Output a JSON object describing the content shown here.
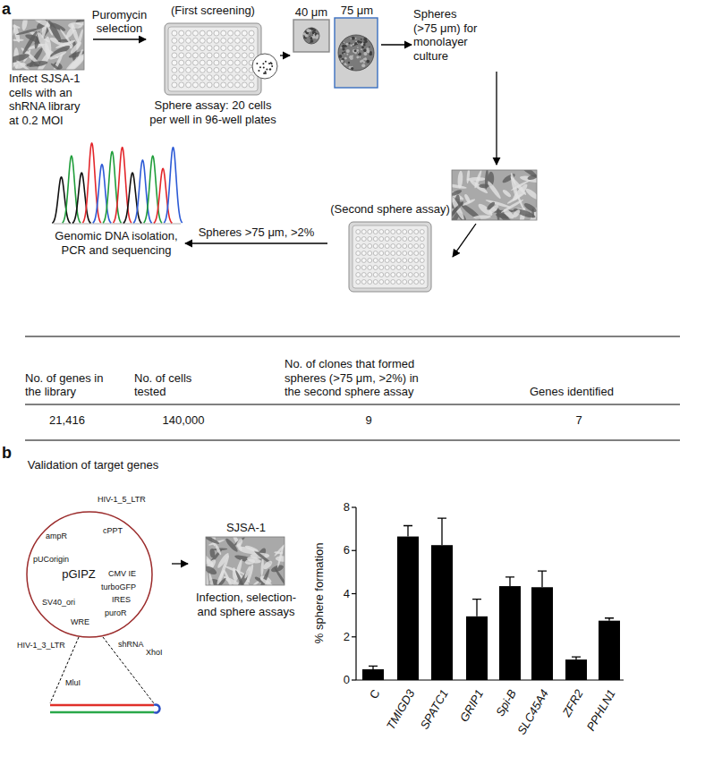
{
  "diagram": {
    "nodes": [
      {
        "text": [
          "Infect SJSA-1 cells with an shRNA library at 0.2 MOI"
        ]
      },
      {
        "text": [
          "(First screening)",
          "Sphere assay: 20 cells per well in 96-well plates"
        ]
      },
      {
        "text": [
          "40 μm",
          "75 μm"
        ]
      },
      {
        "text": [
          "Spheres (>75 μm) for monolayer culture"
        ]
      },
      {
        "text": [
          "(Second sphere assay)"
        ]
      },
      {
        "text": [
          "Genomic DNA isolation, PCR and sequencing"
        ]
      },
      {
        "text": [
          "Validation of target genes",
          "pGIPZ"
        ]
      },
      {
        "text": [
          "SJSA-1",
          "Infection, selection- and sphere assays"
        ]
      }
    ],
    "edges": [
      {
        "from": 0,
        "to": 1,
        "arrow": "to",
        "label": "Puromycin selection"
      },
      {
        "from": 1,
        "to": 2,
        "arrow": "to"
      },
      {
        "from": 2,
        "to": 3,
        "arrow": "to"
      },
      {
        "from": 4,
        "to": 5,
        "arrow": "to",
        "label": "Spheres >75 μm, >2%"
      },
      {
        "from": 6,
        "to": 7,
        "arrow": "to"
      }
    ],
    "labels": [
      "a",
      "No. of genes in the library",
      "No. of cells tested",
      "No. of clones that formed spheres (>75 μm, >2%) in the second sphere assay",
      "Genes identified",
      "21,416",
      "140,000",
      "9",
      "7",
      "b",
      "HIV-1_5_LTR",
      "cPPT",
      "ampR",
      "pUCorigin",
      "CMV IE",
      "turboGFP",
      "SV40_ori",
      "IRES",
      "puroR",
      "WRE",
      "HIV-1_3_LTR",
      "shRNA",
      "XhoI",
      "MluI",
      "% sphere formation",
      "0",
      "2",
      "4",
      "6",
      "8",
      "C",
      "TMIGD3",
      "SPATC1",
      "GRIP1",
      "Spi-B",
      "SLC45A4",
      "ZFR2",
      "PPHLN1"
    ]
  }
}
